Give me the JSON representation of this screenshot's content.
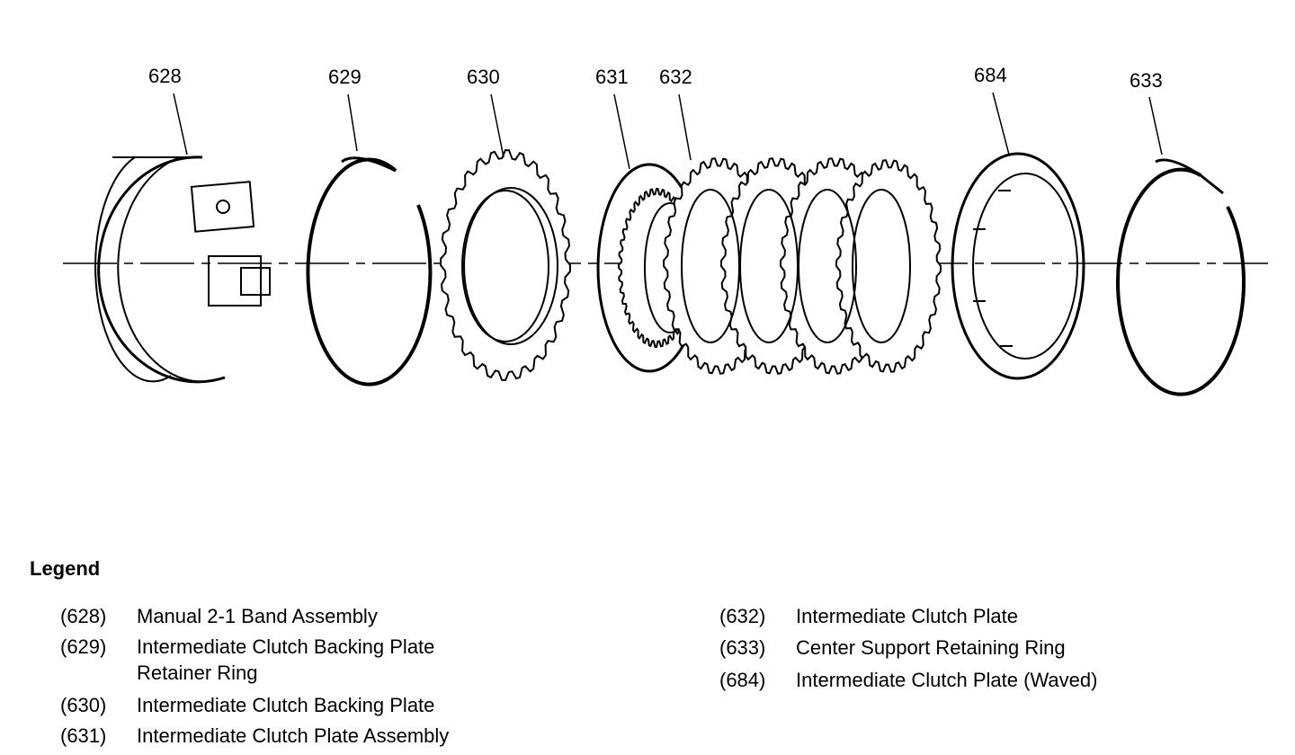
{
  "callouts": {
    "p628": "628",
    "p629": "629",
    "p630": "630",
    "p631": "631",
    "p632": "632",
    "p684": "684",
    "p633": "633"
  },
  "legend": {
    "title": "Legend",
    "items": [
      {
        "num": "(628)",
        "text": "Manual 2-1 Band Assembly"
      },
      {
        "num": "(629)",
        "text": "Intermediate Clutch Backing Plate",
        "text2": "Retainer Ring"
      },
      {
        "num": "(630)",
        "text": "Intermediate Clutch Backing Plate"
      },
      {
        "num": "(631)",
        "text": "Intermediate Clutch Plate Assembly"
      },
      {
        "num": "(632)",
        "text": "Intermediate Clutch Plate"
      },
      {
        "num": "(633)",
        "text": "Center Support Retaining Ring"
      },
      {
        "num": "(684)",
        "text": "Intermediate Clutch Plate (Waved)"
      }
    ]
  }
}
